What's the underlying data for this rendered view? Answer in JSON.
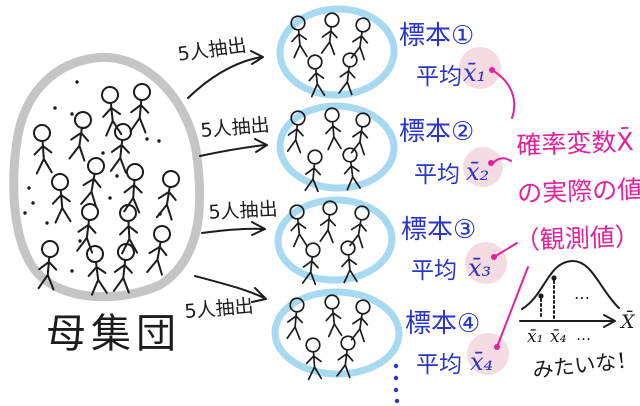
{
  "population": {
    "label": "母集団",
    "figure_count": 15
  },
  "extraction_arrows": [
    {
      "label": "5人抽出"
    },
    {
      "label": "5人抽出"
    },
    {
      "label": "5人抽出"
    },
    {
      "label": "5人抽出"
    }
  ],
  "samples": [
    {
      "title": "標本①",
      "mean_label": "平均",
      "mean_value": "x̄₁",
      "figure_count": 5
    },
    {
      "title": "標本②",
      "mean_label": "平均",
      "mean_value": "x̄₂",
      "figure_count": 5
    },
    {
      "title": "標本③",
      "mean_label": "平均",
      "mean_value": "x̄₃",
      "figure_count": 5
    },
    {
      "title": "標本④",
      "mean_label": "平均",
      "mean_value": "x̄₄",
      "figure_count": 5
    }
  ],
  "annotation": {
    "line1": "確率変数X̄",
    "line2": "の実際の値",
    "line3": "（観測値）"
  },
  "distribution": {
    "type": "sketched normal curve",
    "axis_label": "X̄",
    "tick_labels": [
      "x̄₁",
      "x̄₄",
      "…"
    ],
    "curve_dots": "…",
    "caption": "みたいな！"
  },
  "colors": {
    "gray": "#c5c5c5",
    "blue": "#2b35c8",
    "skyblue": "#a7d9f0",
    "magenta": "#e3219b",
    "pink": "#f5dbe2",
    "ink": "#1c1c1c"
  }
}
